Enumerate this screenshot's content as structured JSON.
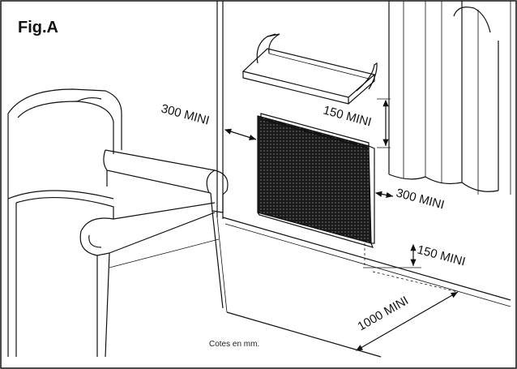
{
  "figure": {
    "label": "Fig.A",
    "note": "Cotes en mm."
  },
  "dimensions": {
    "side_clearance": "300 MINI",
    "top_clearance": "150 MINI",
    "right_clearance": "300 MINI",
    "floor_clearance": "150 MINI",
    "front_clearance": "1000 MINI"
  },
  "colors": {
    "line": "#111111",
    "background": "#ffffff",
    "heater_body": "#1a1a1a"
  }
}
